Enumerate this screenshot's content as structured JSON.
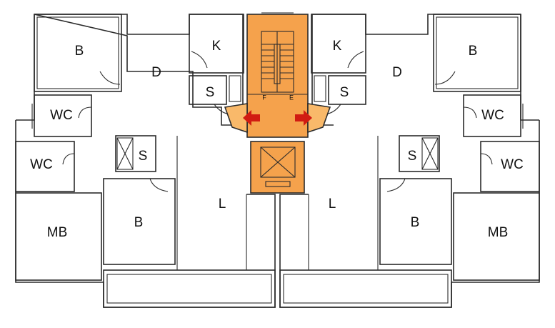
{
  "colors": {
    "core_fill": "#f5a24c",
    "core_light": "#f9b96a",
    "arrow": "#d11b12",
    "wall": "#2b2b2b",
    "background": "#ffffff"
  },
  "left_unit": {
    "bedroom_top": "B",
    "dining": "D",
    "kitchen": "K",
    "storage_near_core": "S",
    "wc_upper": "WC",
    "wc_lower": "WC",
    "storage_closet": "S",
    "living": "L",
    "bedroom_lower": "B",
    "master_bedroom": "MB"
  },
  "right_unit": {
    "bedroom_top": "B",
    "dining": "D",
    "kitchen": "K",
    "storage_near_core": "S",
    "wc_upper": "WC",
    "wc_lower": "WC",
    "storage_closet": "S",
    "living": "L",
    "bedroom_lower": "B",
    "master_bedroom": "MB"
  },
  "core": {
    "stair_mark_down": "F",
    "stair_mark_up": "E"
  },
  "icons": {
    "left_entry_arrow": "arrow-left-icon",
    "right_entry_arrow": "arrow-right-icon",
    "elevator": "elevator-x-icon"
  }
}
